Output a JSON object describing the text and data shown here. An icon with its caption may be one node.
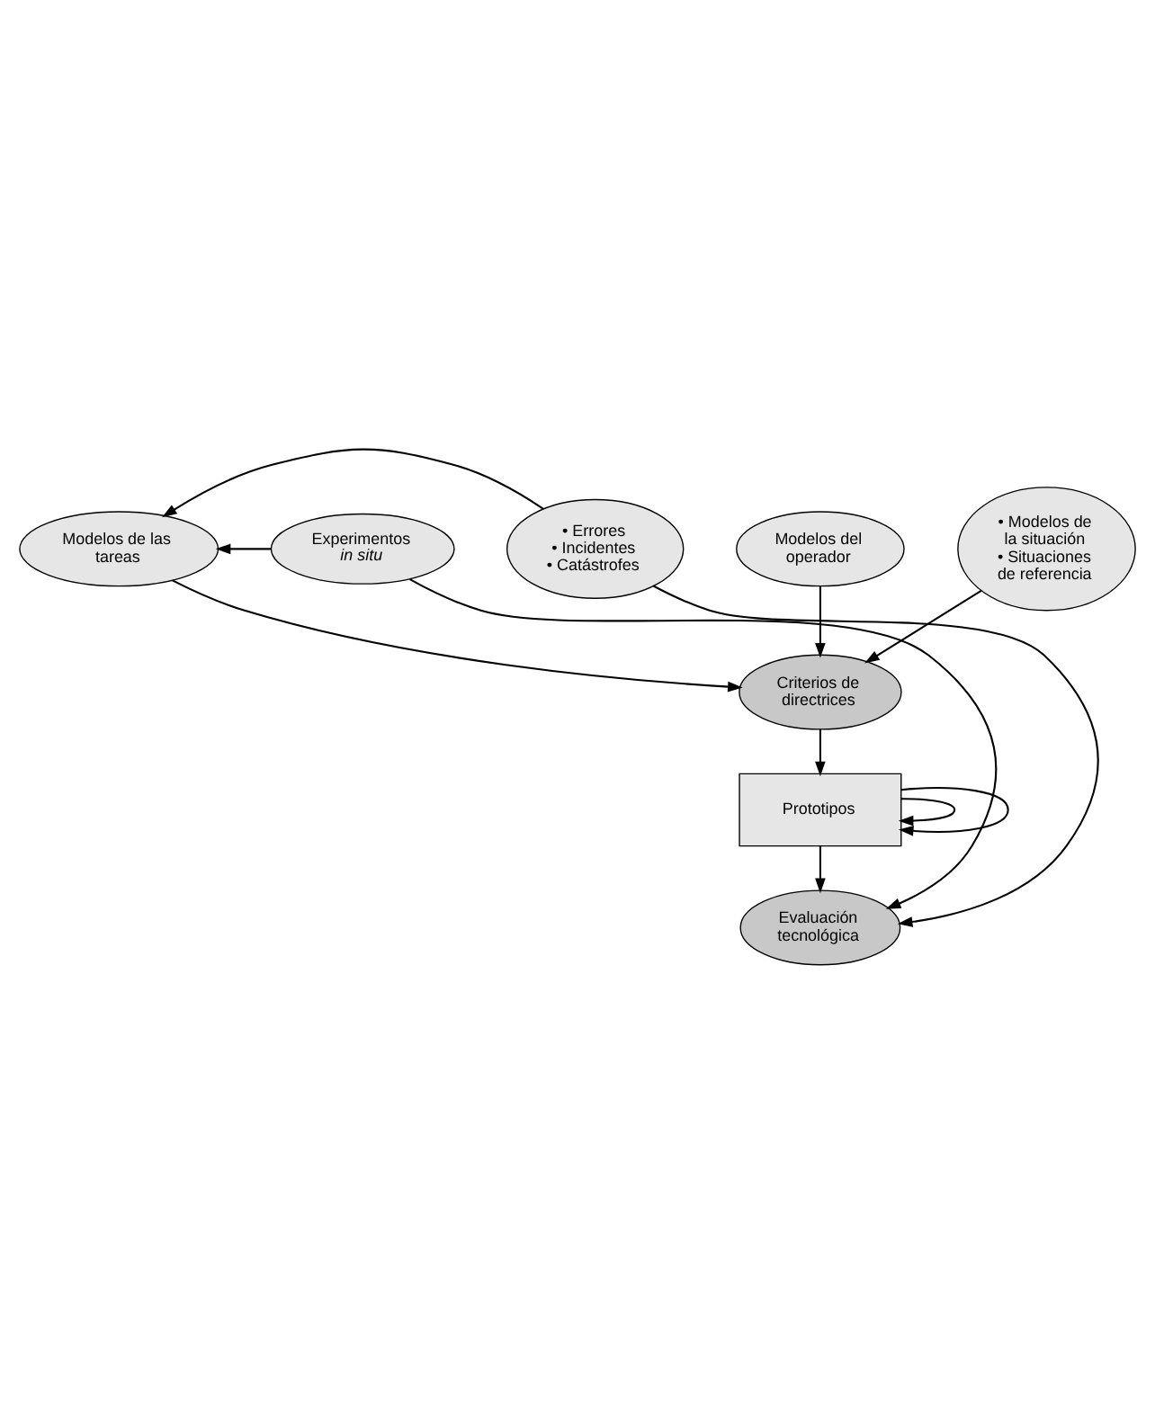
{
  "diagram": {
    "nodes": [
      {
        "text": [
          "Modelos de las tareas"
        ]
      },
      {
        "text": [
          "Modelos del operador"
        ]
      },
      {
        "text": [
          "• Modelos de la situación",
          "• Situaciones de referencia"
        ]
      },
      {
        "text": [
          "Criterios de directrices"
        ]
      },
      {
        "text": [
          "Prototipos"
        ]
      },
      {
        "text": [
          "Evaluación tecnológica"
        ]
      },
      {
        "text": [
          "Experimentos *in situ*"
        ]
      },
      {
        "text": [
          "• Errores",
          "• Incidentes",
          "• Catástrofes"
        ]
      }
    ],
    "edges": [
      {
        "from": 0,
        "to": 3,
        "arrow": "to"
      },
      {
        "from": 1,
        "to": 3,
        "arrow": "to"
      },
      {
        "from": 2,
        "to": 3,
        "arrow": "to"
      },
      {
        "from": 3,
        "to": 4,
        "arrow": "to"
      },
      {
        "from": 4,
        "to": 4,
        "arrow": "to"
      },
      {
        "from": 4,
        "to": 4,
        "arrow": "to"
      },
      {
        "from": 4,
        "to": 5,
        "arrow": "to"
      },
      {
        "from": 6,
        "to": 5,
        "arrow": "to"
      },
      {
        "from": 7,
        "to": 5,
        "arrow": "to"
      },
      {
        "from": 6,
        "to": 0,
        "arrow": "to"
      },
      {
        "from": 7,
        "to": 0,
        "arrow": "to"
      }
    ]
  }
}
